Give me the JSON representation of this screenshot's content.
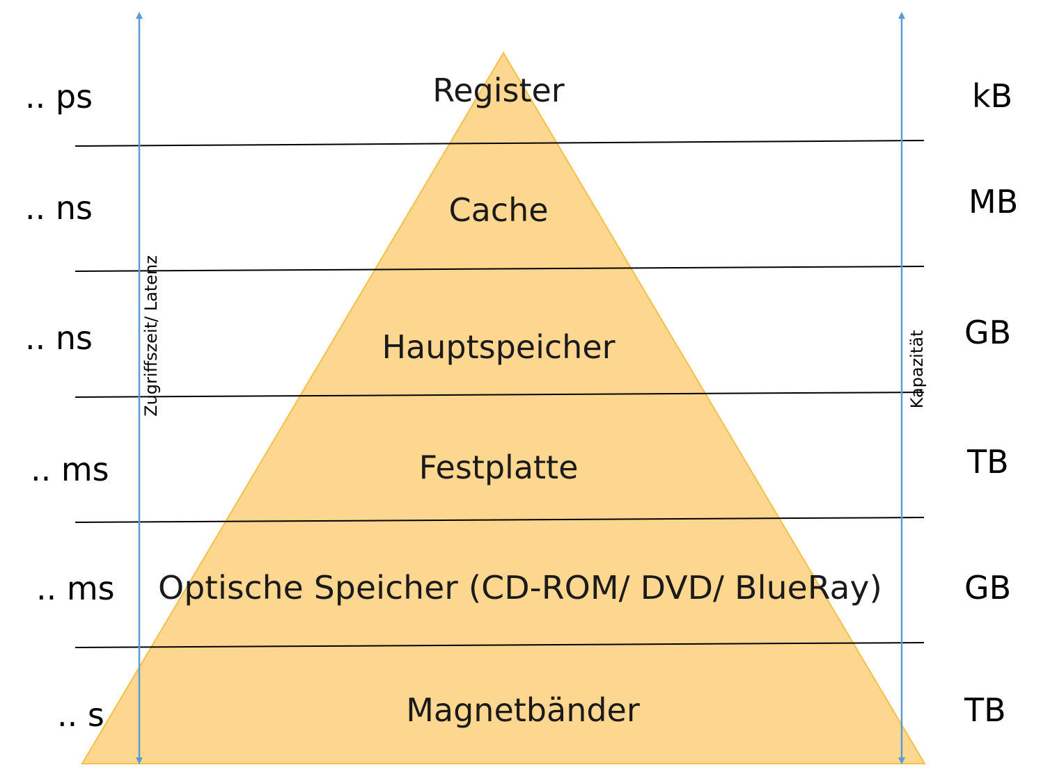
{
  "colors": {
    "pyramid_fill": "#fdd68f",
    "pyramid_stroke": "#f5c04a",
    "axis_arrow": "#5b9bd5",
    "divider": "#000000"
  },
  "levels": [
    {
      "label": "Register",
      "latency": ".. ps",
      "capacity": "kB"
    },
    {
      "label": "Cache",
      "latency": ".. ns",
      "capacity": "MB"
    },
    {
      "label": "Hauptspeicher",
      "latency": ".. ns",
      "capacity": "GB"
    },
    {
      "label": "Festplatte",
      "latency": ".. ms",
      "capacity": "TB"
    },
    {
      "label": "Optische Speicher (CD-ROM/ DVD/ BlueRay)",
      "latency": ".. ms",
      "capacity": "GB"
    },
    {
      "label": "Magnetbänder",
      "latency": ".. s",
      "capacity": "TB"
    }
  ],
  "axes": {
    "left_title": "Zugriffszeit/ Latenz",
    "right_title": "Kapazität",
    "left_arrow_icon": "double-headed-arrow",
    "right_arrow_icon": "double-headed-arrow"
  }
}
